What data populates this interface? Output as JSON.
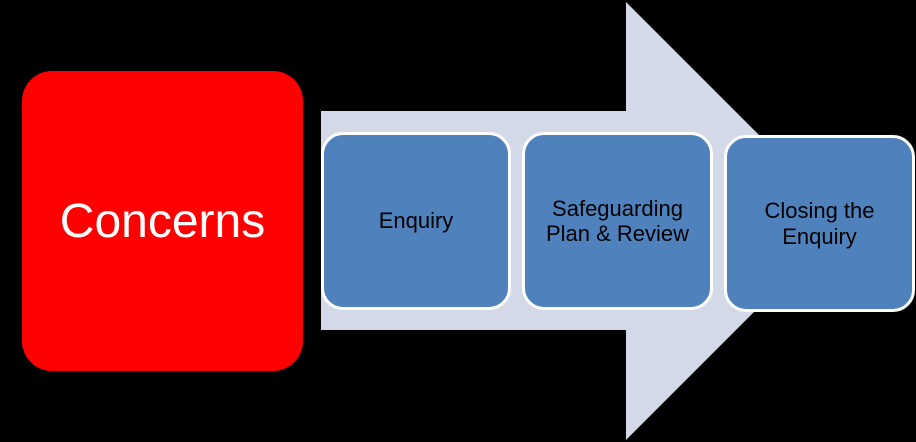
{
  "colors": {
    "background": "#000000",
    "concerns_fill": "#ff0000",
    "arrow_fill": "#d3d9e6",
    "step_fill": "#4f81bd",
    "step_border": "#ffffff"
  },
  "concerns": {
    "label": "Concerns"
  },
  "steps": [
    {
      "label": "Enquiry"
    },
    {
      "label": "Safeguarding Plan & Review"
    },
    {
      "label": "Closing the Enquiry"
    }
  ]
}
